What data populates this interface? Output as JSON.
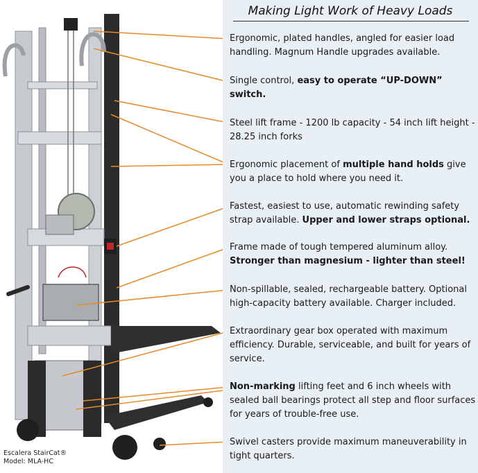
{
  "header": {
    "title": "Making Light Work of Heavy Loads"
  },
  "features": [
    {
      "parts": [
        {
          "t": "Ergonomic, plated handles, angled for easier load handling. Magnum Handle upgrades available."
        }
      ]
    },
    {
      "parts": [
        {
          "t": "Single control, "
        },
        {
          "t": "easy to operate “UP-DOWN” switch.",
          "b": true
        }
      ]
    },
    {
      "parts": [
        {
          "t": "Steel lift frame - 1200 lb capacity - 54 inch lift height - 28.25 inch forks"
        }
      ]
    },
    {
      "parts": [
        {
          "t": "Ergonomic placement of "
        },
        {
          "t": "multiple hand holds",
          "b": true
        },
        {
          "t": " give you a place to hold where you need it."
        }
      ]
    },
    {
      "parts": [
        {
          "t": "Fastest, easiest to use, automatic rewinding safety strap available. "
        },
        {
          "t": "Upper and lower straps optional.",
          "b": true
        }
      ]
    },
    {
      "parts": [
        {
          "t": "Frame made of tough tempered aluminum alloy. "
        },
        {
          "t": "Stronger than magnesium - lighter than steel!",
          "b": true
        }
      ]
    },
    {
      "parts": [
        {
          "t": "Non-spillable, sealed, rechargeable battery. Optional high-capacity battery available. Charger included."
        }
      ]
    },
    {
      "parts": [
        {
          "t": "Extraordinary gear box operated with maximum efficiency. Durable, serviceable, and built for years of service."
        }
      ]
    },
    {
      "parts": [
        {
          "t": "Non-marking",
          "b": true
        },
        {
          "t": " lifting feet and 6 inch wheels with sealed ball bearings protect all step and floor surfaces for years of trouble-free use."
        }
      ]
    },
    {
      "parts": [
        {
          "t": "Swivel casters provide maximum maneuverability in tight quarters."
        }
      ]
    }
  ],
  "caption": {
    "line1": "Escalera StairCat®",
    "line2": "Model: MLA-HC"
  },
  "colors": {
    "panel": "#e9f0f5",
    "callout_line": "#e8892b",
    "frame": "#c9ccd0",
    "frame_dark": "#2a2a2a"
  }
}
